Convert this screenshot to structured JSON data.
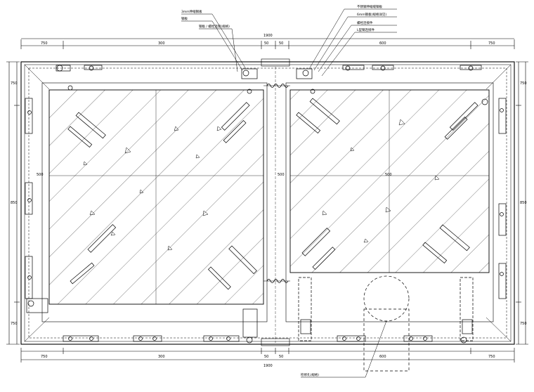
{
  "drawing": {
    "callouts_top": [
      "3mm伸缩钢板",
      "钢板",
      "钢板 / 螺栓连接(规格)",
      "不锈钢伸缩缝钢板",
      "6mm钢板(规格详见)",
      "螺栓连接件",
      "L型钢连接件"
    ],
    "callout_bottom": "检修孔(规格)",
    "dims_top": [
      "750",
      "300",
      "50",
      "50",
      "600",
      "750"
    ],
    "dims_overall": "1900",
    "dims_bottom": [
      "750",
      "300",
      "50",
      "50",
      "600",
      "750"
    ],
    "dims_left": [
      "750",
      "850",
      "750"
    ],
    "dims_right": [
      "750",
      "850",
      "750"
    ],
    "dims_center": [
      "500",
      "500",
      "500"
    ]
  }
}
